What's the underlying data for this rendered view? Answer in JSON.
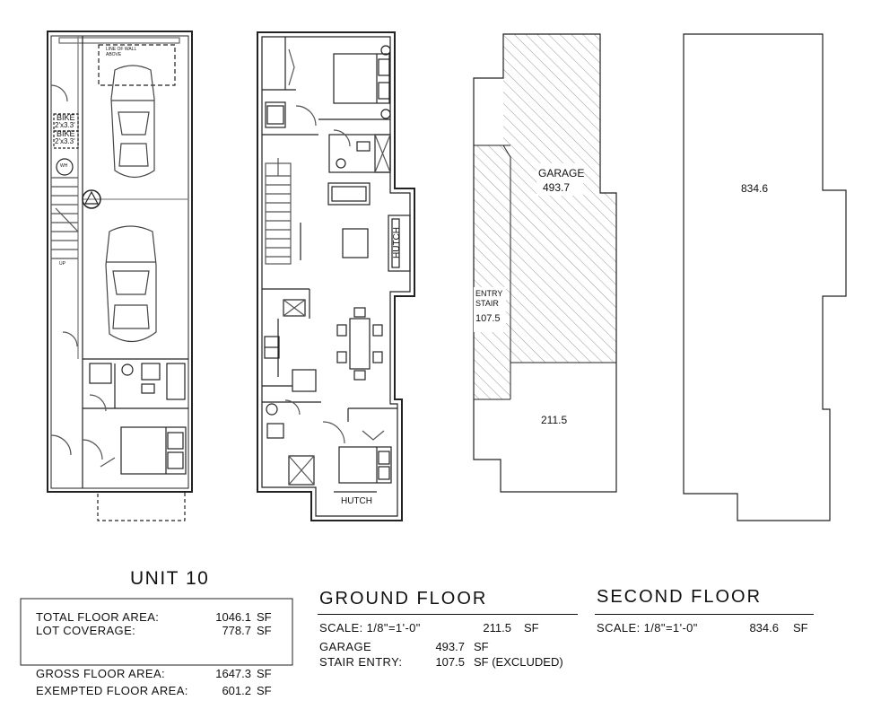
{
  "unit_title": "UNIT 10",
  "summary": {
    "rows": [
      {
        "label": "TOTAL FLOOR AREA:",
        "value": "1046.1",
        "unit": "SF"
      },
      {
        "label": "LOT COVERAGE:",
        "value": "778.7",
        "unit": "SF"
      }
    ],
    "gross": {
      "label": "GROSS FLOOR AREA:",
      "value": "1647.3",
      "unit": "SF"
    },
    "exempted": {
      "label": "EXEMPTED FLOOR AREA:",
      "value": "601.2",
      "unit": "SF"
    }
  },
  "ground_floor": {
    "title": "GROUND FLOOR",
    "scale": "SCALE: 1/8\"=1'-0\"",
    "area": "211.5",
    "area_unit": "SF",
    "garage_label": "GARAGE",
    "garage_value": "493.7",
    "garage_unit": "SF",
    "stair_label": "STAIR ENTRY:",
    "stair_value": "107.5",
    "stair_unit": "SF (EXCLUDED)"
  },
  "second_floor": {
    "title": "SECOND FLOOR",
    "scale": "SCALE: 1/8\"=1'-0\"",
    "area": "834.6",
    "area_unit": "SF"
  },
  "diagram_labels": {
    "bike1": "BIKE",
    "bike1_size": "2'x3.3'",
    "bike2": "BIKE",
    "bike2_size": "2'x3.3'",
    "line_of_wall": "LINE OF WALL ABOVE",
    "hutch_side": "HUTCH",
    "hutch_bottom": "HUTCH",
    "garage_area_label": "GARAGE",
    "garage_area_value": "493.7",
    "entry_label_1": "ENTRY",
    "entry_label_2": "STAIR",
    "entry_value": "107.5",
    "ground_remaining": "211.5",
    "second_total": "834.6",
    "up_label": "UP",
    "wh_label": "WH"
  }
}
